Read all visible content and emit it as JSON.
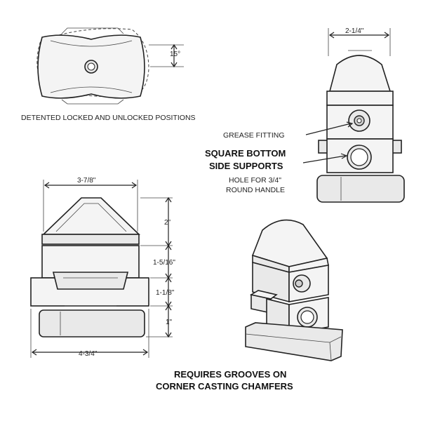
{
  "captions": {
    "positions": "DETENTED LOCKED AND UNLOCKED POSITIONS",
    "angle": "15°",
    "grease_fitting": "GREASE FITTING",
    "side_supports_1": "SQUARE BOTTOM",
    "side_supports_2": "SIDE SUPPORTS",
    "hole_1": "HOLE FOR 3/4\"",
    "hole_2": "ROUND HANDLE",
    "requires_1": "REQUIRES GROOVES ON",
    "requires_2": "CORNER CASTING CHAMFERS"
  },
  "dimensions": {
    "side_width": "2-1/4\"",
    "front_top_width": "3-7/8\"",
    "cone_height": "2\"",
    "body_height": "1-5/16\"",
    "flange_height": "1-1/8\"",
    "base_height": "1\"",
    "base_width": "4-3/4\""
  }
}
